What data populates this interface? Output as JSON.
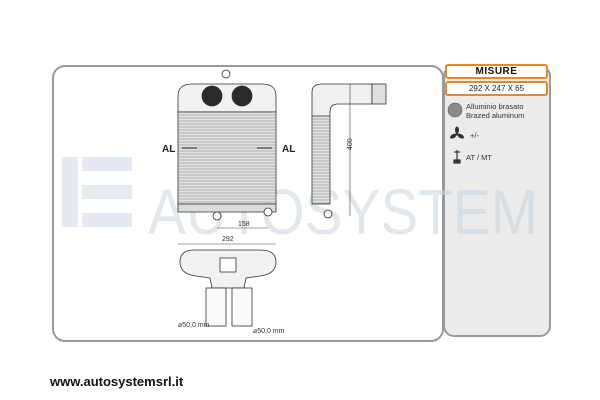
{
  "watermark": {
    "text": "AUTOSYSTEM"
  },
  "specs": {
    "title": "MISURE",
    "dimensions": "292 X 247 X 65",
    "material_line1": "Alluminio brasato",
    "material_line2": "Brazed aluminum",
    "fan_text": "+/-",
    "transmission_text": "AT / MT"
  },
  "drawing": {
    "al_left": "AL",
    "al_right": "AL",
    "dim_height": "400",
    "dim_inner_width": "158",
    "dim_width": "292",
    "pipe_diameter_1": "⌀50,0 mm",
    "pipe_diameter_2": "⌀50,0 mm"
  },
  "footer": {
    "website": "www.autosystemsrl.it"
  },
  "colors": {
    "accent_border": "#e08a2e",
    "panel_border": "#9a9a9a",
    "watermark": "#c9d6df"
  }
}
